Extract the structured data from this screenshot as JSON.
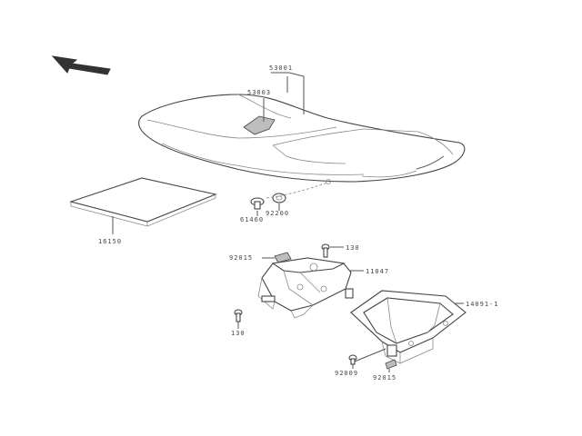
{
  "diagram": {
    "labels": {
      "seat": "53001",
      "seat_clip": "53003",
      "seat_lock_bolt": "61460",
      "seat_washer": "92200",
      "tray": "16150",
      "bracket_pad": "92015",
      "bracket_bolt_top": "130",
      "seat_bracket": "11047",
      "bracket_bolt_left": "130",
      "frame": "14091-1",
      "frame_clip": "92009",
      "frame_pad": "92015"
    },
    "colors": {
      "line": "#555555",
      "part_fill": "#ffffff",
      "shade": "#bdbdbd",
      "arrow": "#333333"
    },
    "icons": {
      "direction_arrow": "front-direction-arrow-icon"
    }
  }
}
